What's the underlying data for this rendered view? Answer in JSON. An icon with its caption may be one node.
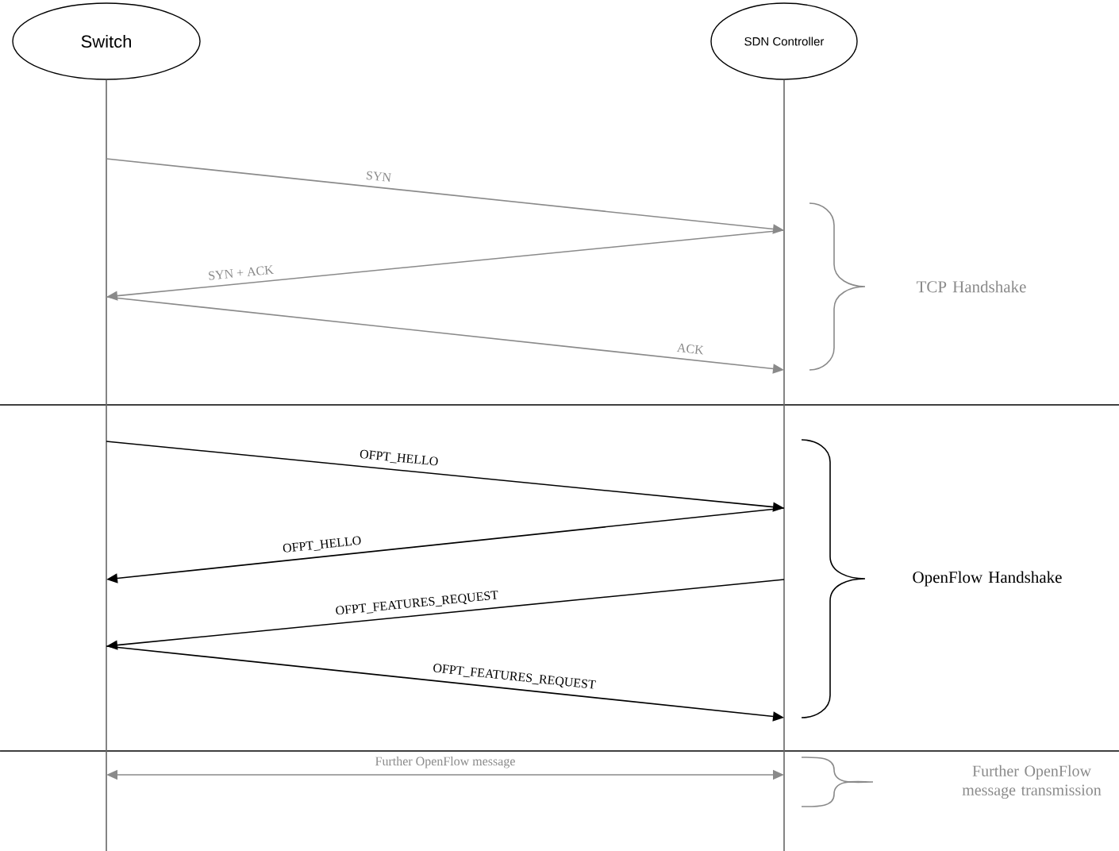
{
  "diagram": {
    "nodes": [
      {
        "text": [
          "Switch"
        ]
      },
      {
        "text": [
          "SDN Controller"
        ]
      }
    ],
    "edges": [
      {
        "from": 0,
        "to": 1,
        "arrow": "to",
        "label": "SYN",
        "color": "#8a8a8a"
      },
      {
        "from": 1,
        "to": 0,
        "arrow": "to",
        "label": "SYN + ACK",
        "color": "#8a8a8a"
      },
      {
        "from": 0,
        "to": 1,
        "arrow": "to",
        "label": "ACK",
        "color": "#8a8a8a"
      },
      {
        "from": 0,
        "to": 1,
        "arrow": "to",
        "label": "OFPT_HELLO",
        "color": "#000000"
      },
      {
        "from": 1,
        "to": 0,
        "arrow": "to",
        "label": "OFPT_HELLO",
        "color": "#000000"
      },
      {
        "from": 1,
        "to": 0,
        "arrow": "to",
        "label": "OFPT_FEATURES_REQUEST",
        "color": "#000000"
      },
      {
        "from": 0,
        "to": 1,
        "arrow": "to",
        "label": "OFPT_FEATURES_REQUEST",
        "color": "#000000"
      },
      {
        "from": 0,
        "to": 1,
        "arrow": "both",
        "label": "Further OpenFlow message",
        "color": "#8a8a8a"
      }
    ],
    "labels": [
      "TCP Handshake",
      "OpenFlow Handshake",
      "Further OpenFlow message transmission"
    ]
  }
}
